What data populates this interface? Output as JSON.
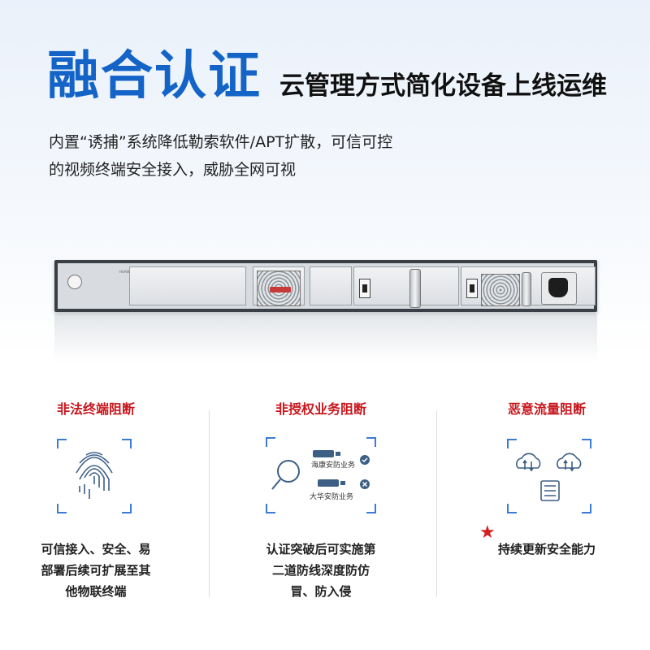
{
  "header": {
    "title": "融合认证",
    "subtitle": "云管理方式简化设备上线运维",
    "description_lines": [
      "内置“诱捕”系统降低勒索软件/APT扩散，可信可控",
      "的视频终端安全接入，威胁全网可视"
    ]
  },
  "device": {
    "brand": "HUAWEI"
  },
  "features": [
    {
      "title": "非法终端阻断",
      "icon": "fingerprint-icon",
      "body_lines": [
        "可信接入、安全、易",
        "部署后续可扩展至其",
        "他物联终端"
      ]
    },
    {
      "title": "非授权业务阻断",
      "icon": "camera-inspect-icon",
      "labels": [
        "海康安防业务",
        "大华安防业务"
      ],
      "body_lines": [
        "认证突破后可实施第",
        "二道防线深度防仿",
        "冒、防入侵"
      ]
    },
    {
      "title": "恶意流量阻断",
      "icon": "cloud-traffic-icon",
      "body_lines": [
        "持续更新安全能力"
      ]
    }
  ],
  "colors": {
    "headline_blue": "#1464c8",
    "feature_red": "#c8161d",
    "frame_blue": "#3b7bd8"
  }
}
